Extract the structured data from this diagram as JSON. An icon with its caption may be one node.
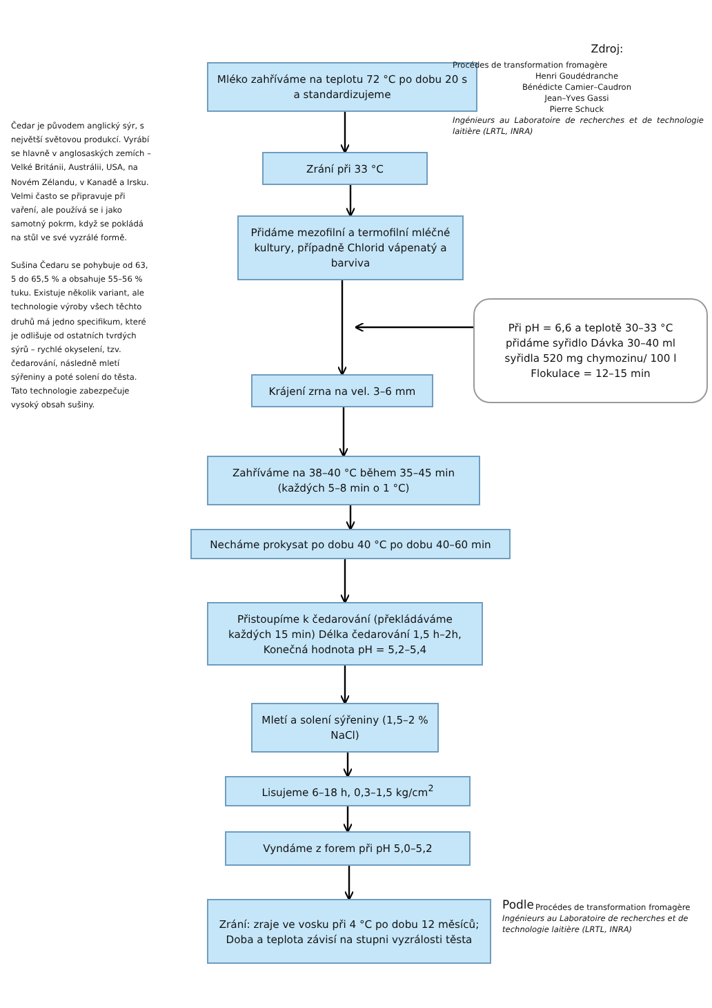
{
  "diagram": {
    "nodes": [
      {
        "text": [
          "Mléko zahříváme na teplotu 72 °C po dobu 20 s a standardizujeme"
        ]
      },
      {
        "text": [
          "Zrání při 33  °C"
        ]
      },
      {
        "text": [
          "Přidáme mezofilní a termofilní  mléčné kultury, případně Chlorid vápenatý a barviva"
        ]
      },
      {
        "text": [
          "Krájení zrna na vel. 3–6 mm"
        ]
      },
      {
        "text": [
          "Při pH = 6,6 a teplotě 30–33 °C přidáme syřidlo Dávka 30–40 ml syřidla 520 mg chymozinu/ 100 l Flokulace = 12–15 min"
        ]
      },
      {
        "text": [
          "Zahříváme na 38–40 °C během 35–45 min (každých 5–8 min o 1 °C)"
        ]
      },
      {
        "text": [
          "Necháme prokysat po dobu 40 °C po dobu 40–60 min"
        ]
      },
      {
        "text": [
          "Přistoupíme k čedarování  (překládáváme každých 15 min) Délka čedarování 1,5 h–2h, Konečná hodnota pH = 5,2–5,4"
        ]
      },
      {
        "text": [
          "Mletí a solení sýřeniny (1,5–2 % NaCl)"
        ]
      },
      {
        "text": [
          "Lisujeme 6–18 h, 0,3–1,5 kg/cm$^{2}$"
        ]
      },
      {
        "text": [
          "Vyndáme z forem při pH 5,0–5,2"
        ]
      },
      {
        "text": [
          "Zrání: zraje ve vosku při 4 °C po dobu 12 měsíců; Doba a teplota závisí na stupni vyzrálosti těsta"
        ]
      }
    ],
    "edges": [
      {
        "from": 0,
        "to": 1,
        "arrow": "to"
      },
      {
        "from": 1,
        "to": 2,
        "arrow": "to"
      },
      {
        "from": 2,
        "to": 3,
        "arrow": "to"
      },
      {
        "from": 4,
        "to": null,
        "arrow": "to"
      },
      {
        "from": 3,
        "to": 5,
        "arrow": "to"
      },
      {
        "from": 5,
        "to": 6,
        "arrow": "to"
      },
      {
        "from": 6,
        "to": 7,
        "arrow": "to"
      },
      {
        "from": 7,
        "to": 8,
        "arrow": "to"
      },
      {
        "from": 8,
        "to": 9,
        "arrow": "to"
      },
      {
        "from": 9,
        "to": 10,
        "arrow": "to"
      },
      {
        "from": 10,
        "to": 11,
        "arrow": "to"
      }
    ],
    "labels": [
      "Zdroj:",
      "Procédes de transformation fromagère",
      "Henri Goudédranche",
      "Bénédicte Camier–Caudron",
      "Jean–Yves Gassi",
      "Pierre Schuck",
      "Ingénieurs au Laboratoire de recherches et de technologie laitière (LRTL, INRA)",
      "Čedar je původem anglický sýr, s největší světovou produkcí. Vyrábí se hlavně v anglosaských zemích – Velké Británii, Austrálii, USA, na Novém Zélandu, v Kanadě a Irsku. Velmi často se připravuje při vaření, ale používá se i jako samotný pokrm, když se pokládá na stůl ve své vyzrálé formě.",
      "Sušina Čedaru se pohybuje od 63, 5 do 65,5 % a obsahuje 55–56 % tuku. Existuje několik variant, ale technologie výroby všech těchto druhů má jedno specifikum, které je odlišuje od ostatních tvrdých sýrů – rychlé okyselení, tzv. čedarování, následně mletí sýřeniny a poté solení do těsta. Tato technologie zabezpečuje vysoký obsah sušiny.",
      "Podle",
      "Procédes de transformation fromagère",
      "Ingénieurs au Laboratoire de recherches et de technologie laitière (LRTL, INRA)"
    ]
  }
}
